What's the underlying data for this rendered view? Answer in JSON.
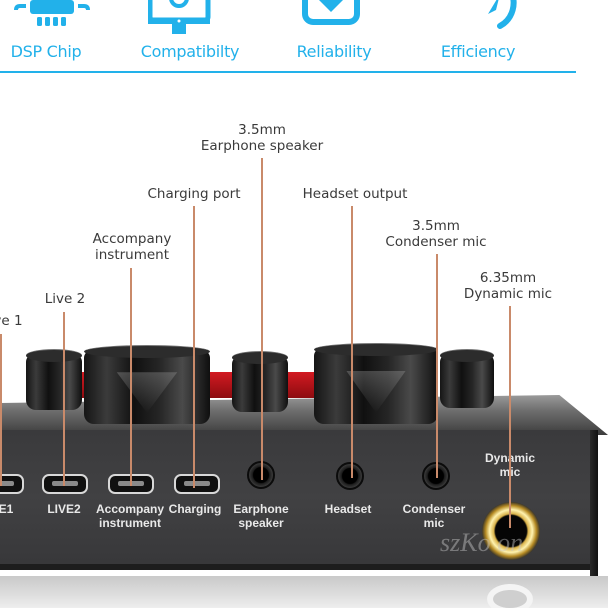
{
  "features": [
    {
      "label": "DSP Chip",
      "icon": "chip-icon"
    },
    {
      "label": "Compatibilty",
      "icon": "monitor-icon"
    },
    {
      "label": "Reliability",
      "icon": "shield-check-icon"
    },
    {
      "label": "Efficiency",
      "icon": "speed-arc-icon"
    }
  ],
  "colors": {
    "accent": "#22b1ea",
    "leader_line": "#c98a6a",
    "device_body": "#3a3a3c",
    "knob_red": "#d21a22",
    "gold_jack": "#d9b24a"
  },
  "callouts": {
    "live1": "ve 1",
    "live2": "Live 2",
    "accompany": {
      "line1": "Accompany",
      "line2": "instrument"
    },
    "charging": "Charging port",
    "earphone": {
      "line1": "3.5mm",
      "line2": "Earphone speaker"
    },
    "headset": "Headset output",
    "condenser": {
      "line1": "3.5mm",
      "line2": "Condenser mic"
    },
    "dynamic": {
      "line1": "6.35mm",
      "line2": "Dynamic mic"
    }
  },
  "port_labels": {
    "live1": "E1",
    "live2": "LIVE2",
    "accompany": {
      "line1": "Accompany",
      "line2": "instrument"
    },
    "charging": "Charging",
    "earphone": {
      "line1": "Earphone",
      "line2": "speaker"
    },
    "headset": "Headset",
    "condenser": {
      "line1": "Condenser",
      "line2": "mic"
    },
    "dynamic": {
      "line1": "Dynamic",
      "line2": "mic"
    }
  },
  "watermark": "szKo  on"
}
